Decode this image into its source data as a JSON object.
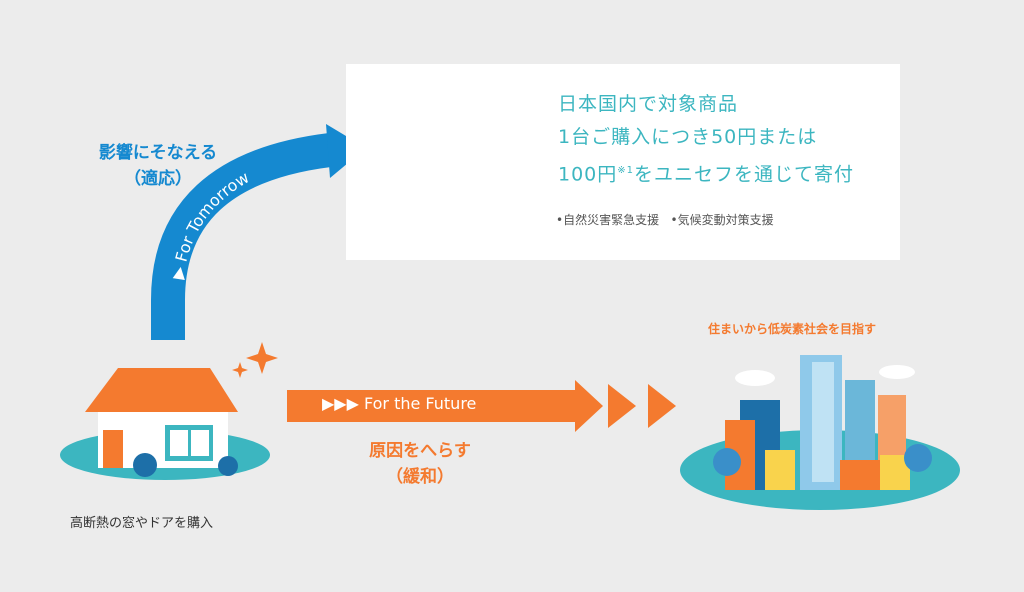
{
  "card": {
    "line1": "日本国内で対象商品",
    "line2": "1台ご購入につき50円または",
    "line3_a": "100円",
    "line3_note": "※1",
    "line3_b": "をユニセフを通じて寄付",
    "support1": "•自然災害緊急支援",
    "support2": "•気候変動対策支援"
  },
  "adaptation": {
    "title": "影響にそなえる",
    "sub": "（適応）",
    "arrow_label": "▶ For Tomorrow"
  },
  "mitigation": {
    "title": "原因をへらす",
    "sub": "（緩和）",
    "arrow_label": "▶▶▶ For the Future"
  },
  "house_caption": "高断熱の窓やドアを購入",
  "city_caption": "住まいから低炭素社会を目指す",
  "colors": {
    "blue": "#1589d0",
    "orange": "#f47a2f",
    "teal": "#3cb6c0"
  }
}
